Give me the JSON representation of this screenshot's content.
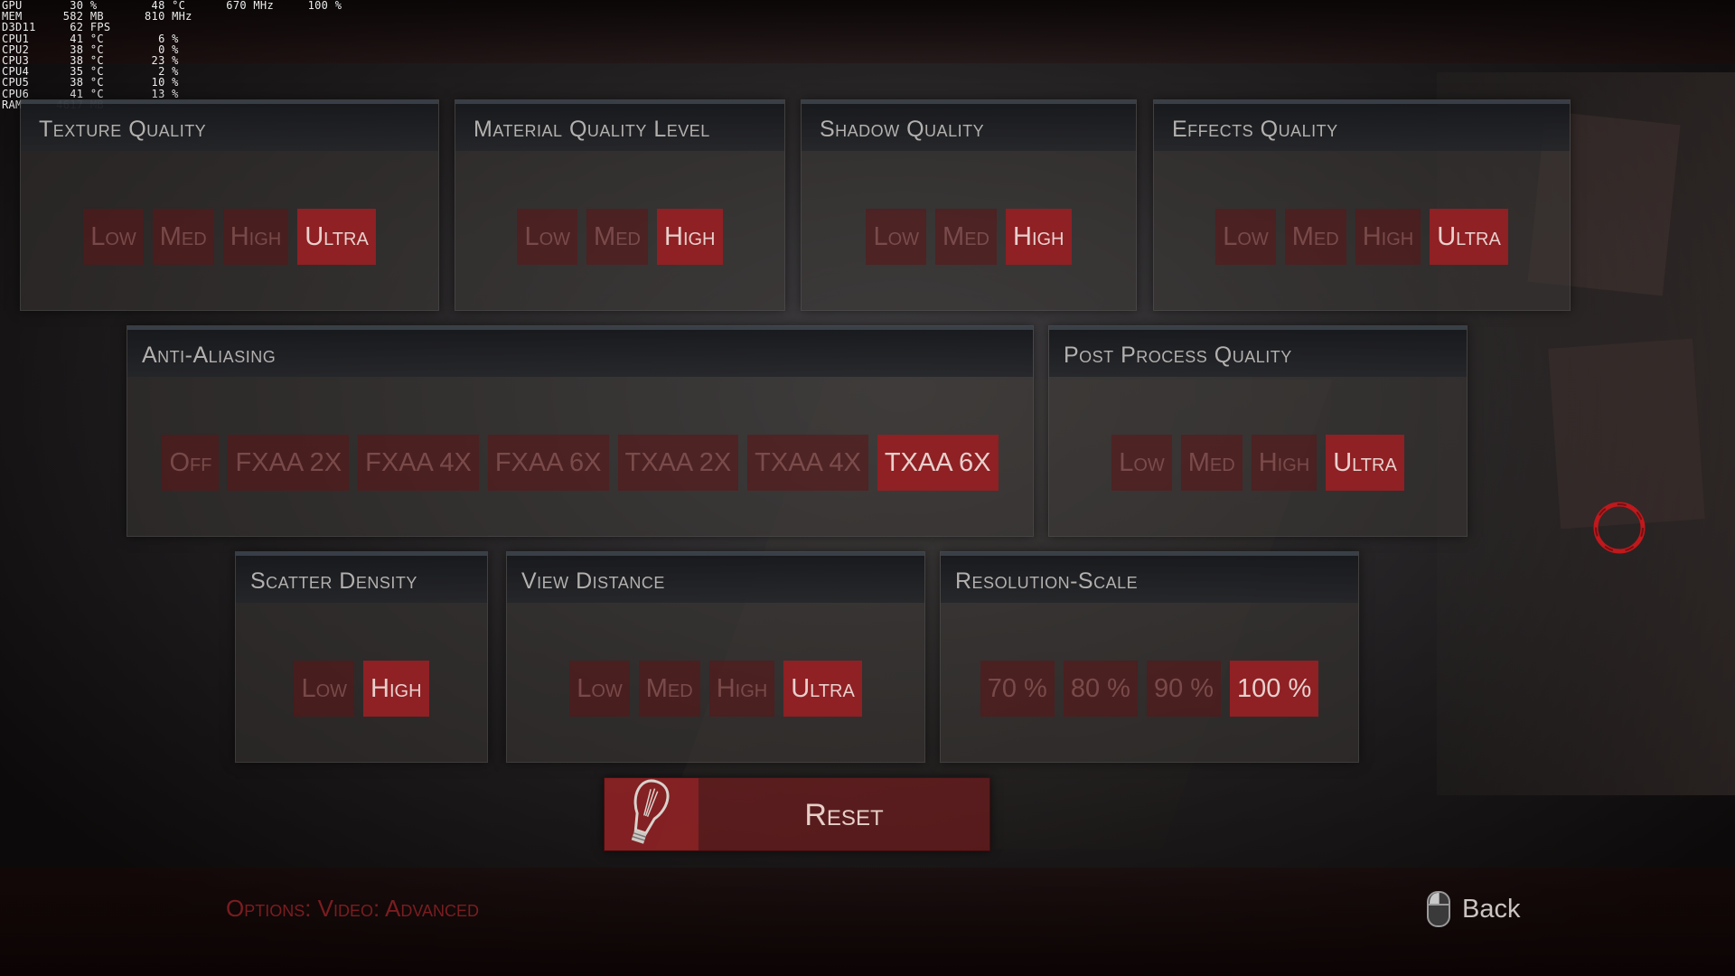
{
  "osd": [
    {
      "label": "GPU",
      "v1": "30",
      "u1": "%",
      "v2": "48",
      "u2": "°C",
      "v3": "670",
      "u3": "MHz",
      "v4": "100",
      "u4": "%"
    },
    {
      "label": "MEM",
      "v1": "582",
      "u1": "MB",
      "v2": "810",
      "u2": "MHz",
      "v3": "",
      "u3": "",
      "v4": "",
      "u4": ""
    },
    {
      "label": "D3D11",
      "v1": "62",
      "u1": "FPS",
      "v2": "",
      "u2": "",
      "v3": "",
      "u3": "",
      "v4": "",
      "u4": ""
    },
    {
      "label": "CPU1",
      "v1": "41",
      "u1": "°C",
      "v2": "6",
      "u2": "%",
      "v3": "",
      "u3": "",
      "v4": "",
      "u4": ""
    },
    {
      "label": "CPU2",
      "v1": "38",
      "u1": "°C",
      "v2": "0",
      "u2": "%",
      "v3": "",
      "u3": "",
      "v4": "",
      "u4": ""
    },
    {
      "label": "CPU3",
      "v1": "38",
      "u1": "°C",
      "v2": "23",
      "u2": "%",
      "v3": "",
      "u3": "",
      "v4": "",
      "u4": ""
    },
    {
      "label": "CPU4",
      "v1": "35",
      "u1": "°C",
      "v2": "2",
      "u2": "%",
      "v3": "",
      "u3": "",
      "v4": "",
      "u4": ""
    },
    {
      "label": "CPU5",
      "v1": "38",
      "u1": "°C",
      "v2": "10",
      "u2": "%",
      "v3": "",
      "u3": "",
      "v4": "",
      "u4": ""
    },
    {
      "label": "CPU6",
      "v1": "41",
      "u1": "°C",
      "v2": "13",
      "u2": "%",
      "v3": "",
      "u3": "",
      "v4": "",
      "u4": ""
    },
    {
      "label": "RAM",
      "v1": "4617",
      "u1": "MB",
      "v2": "",
      "u2": "",
      "v3": "",
      "u3": "",
      "v4": "",
      "u4": ""
    }
  ],
  "panels": {
    "texture": {
      "title": "Texture Quality",
      "options": [
        "Low",
        "Med",
        "High",
        "Ultra"
      ],
      "selected": "Ultra"
    },
    "material": {
      "title": "Material Quality Level",
      "options": [
        "Low",
        "Med",
        "High"
      ],
      "selected": "High"
    },
    "shadow": {
      "title": "Shadow Quality",
      "options": [
        "Low",
        "Med",
        "High"
      ],
      "selected": "High"
    },
    "effects": {
      "title": "Effects Quality",
      "options": [
        "Low",
        "Med",
        "High",
        "Ultra"
      ],
      "selected": "Ultra"
    },
    "antialias": {
      "title": "Anti-Aliasing",
      "options": [
        "Off",
        "FXAA 2X",
        "FXAA 4X",
        "FXAA 6X",
        "TXAA 2X",
        "TXAA 4X",
        "TXAA 6X"
      ],
      "selected": "TXAA 6X"
    },
    "postprocess": {
      "title": "Post Process Quality",
      "options": [
        "Low",
        "Med",
        "High",
        "Ultra"
      ],
      "selected": "Ultra"
    },
    "scatter": {
      "title": "Scatter Density",
      "options": [
        "Low",
        "High"
      ],
      "selected": "High"
    },
    "viewdist": {
      "title": "View Distance",
      "options": [
        "Low",
        "Med",
        "High",
        "Ultra"
      ],
      "selected": "Ultra"
    },
    "resscale": {
      "title": "Resolution-Scale",
      "options": [
        "70 %",
        "80 %",
        "90 %",
        "100 %"
      ],
      "selected": "100 %"
    }
  },
  "reset_label": "Reset",
  "breadcrumb": "Options: Video: Advanced",
  "back_label": "Back",
  "colors": {
    "accent_selected": "#8f2024",
    "accent_unselected": "#5f1416",
    "breadcrumb": "#7a1d20",
    "cursor_ring": "#c0181c"
  },
  "icons": {
    "reset": "lightbulb-icon",
    "back": "mouse-icon",
    "cursor": "loading-ring-icon"
  }
}
